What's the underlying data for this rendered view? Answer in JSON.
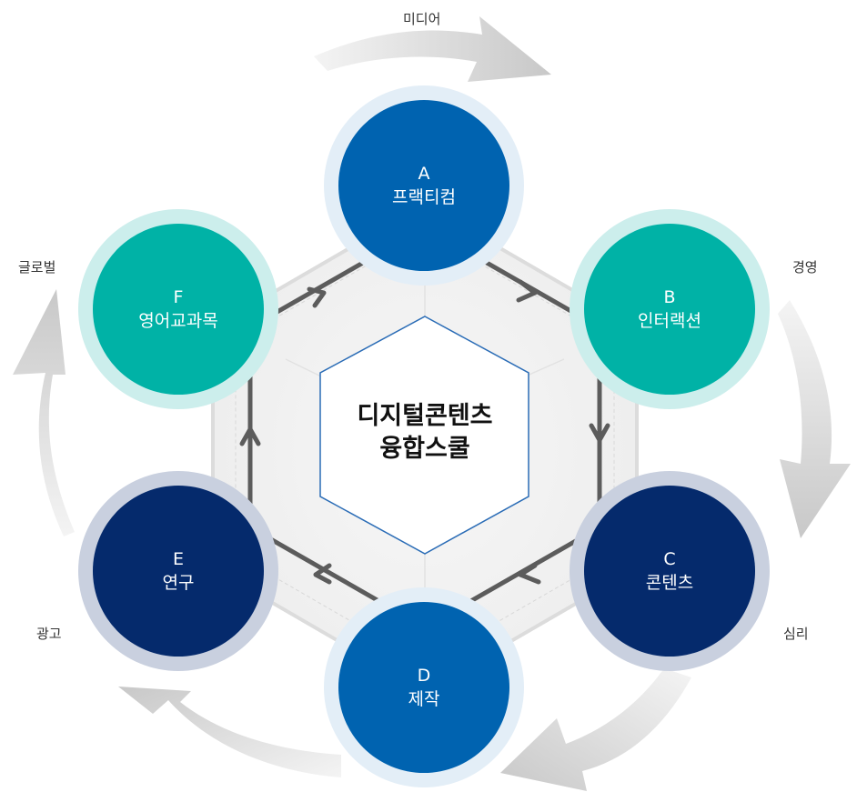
{
  "center": {
    "line1": "디지털콘텐츠",
    "line2": "융합스쿨"
  },
  "nodes": [
    {
      "letter": "A",
      "name": "프랙티컴",
      "fill": "#0063B0",
      "halo": "#E3EEF7"
    },
    {
      "letter": "B",
      "name": "인터랙션",
      "fill": "#00B2A6",
      "halo": "#CCEEEC"
    },
    {
      "letter": "C",
      "name": "콘텐츠",
      "fill": "#052A6C",
      "halo": "#C9D0DF"
    },
    {
      "letter": "D",
      "name": "제작",
      "fill": "#0063B0",
      "halo": "#E3EEF7"
    },
    {
      "letter": "E",
      "name": "연구",
      "fill": "#052A6C",
      "halo": "#C9D0DF"
    },
    {
      "letter": "F",
      "name": "영어교과목",
      "fill": "#00B2A6",
      "halo": "#CCEEEC"
    }
  ],
  "outer": {
    "media": "미디어",
    "management": "경영",
    "psychology": "심리",
    "advertising": "광고",
    "global": "글로벌"
  }
}
